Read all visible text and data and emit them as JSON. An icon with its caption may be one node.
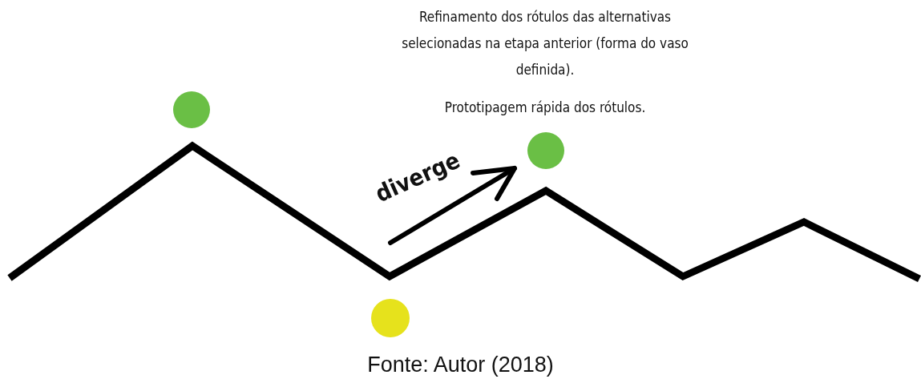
{
  "diagram": {
    "caption": "Fonte: Autor (2018)",
    "labels": [
      "Refinamento dos rótulos das alternativas selecionadas na etapa anterior (forma do vaso definida).",
      "Prototipagem rápida dos rótulos.",
      "diverge"
    ]
  }
}
